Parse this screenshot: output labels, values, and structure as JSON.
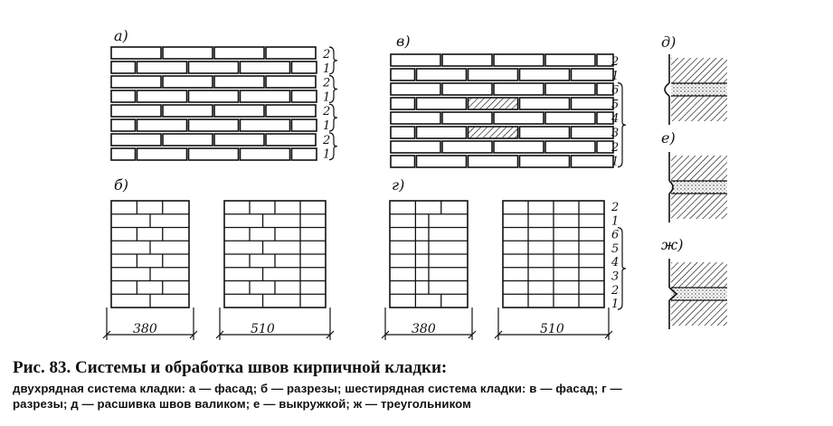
{
  "labels": {
    "a": "а)",
    "b": "б)",
    "v": "в)",
    "g": "г)",
    "d": "д)",
    "e": "е)",
    "zh": "ж)"
  },
  "rows_a": [
    "2",
    "1",
    "2",
    "1",
    "2",
    "1",
    "2",
    "1"
  ],
  "rows_v": [
    "2",
    "1",
    "6",
    "5",
    "4",
    "3",
    "2",
    "1"
  ],
  "rows_g": [
    "2",
    "1",
    "6",
    "5",
    "4",
    "3",
    "2",
    "1"
  ],
  "dims": {
    "w380": "380",
    "w510": "510",
    "w380g": "380",
    "w510g": "510"
  },
  "caption": {
    "title": "Рис. 83. Системы и обработка швов кирпичной кладки:",
    "line1": "двухрядная система кладки: а — фасад; б — разрезы; шестирядная система кладки: в — фасад; г —",
    "line2": "разрезы; д — расшивка швов валиком; е — выкружкой; ж — треугольником"
  }
}
